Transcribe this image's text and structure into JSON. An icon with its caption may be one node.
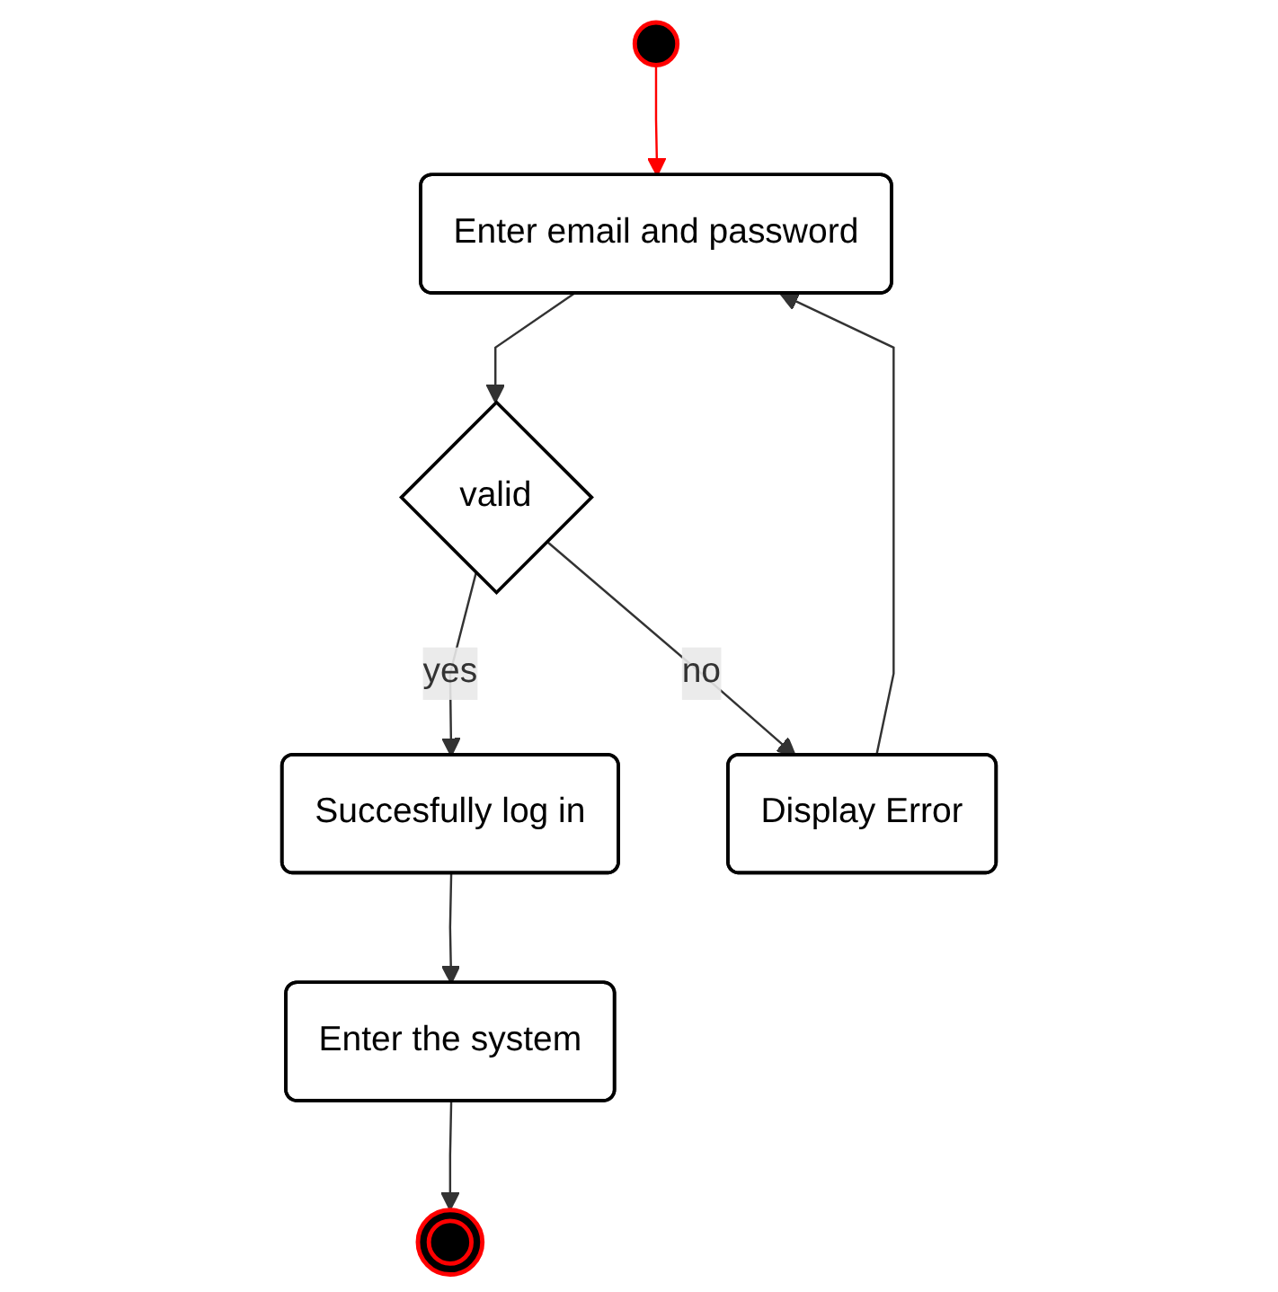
{
  "diagram": {
    "nodes": [
      {
        "text": [],
        "shape": "circle"
      },
      {
        "text": [
          "Enter email and password"
        ]
      },
      {
        "text": [
          "valid"
        ]
      },
      {
        "text": [
          "Display Error"
        ]
      },
      {
        "text": [
          "Succesfully log in"
        ]
      },
      {
        "text": [
          "Enter the system"
        ]
      },
      {
        "text": [],
        "shape": "circle"
      }
    ],
    "edges": [
      {
        "from": 0,
        "to": 1,
        "arrow": "to",
        "color": "#ff0000"
      },
      {
        "from": 1,
        "to": 2,
        "arrow": "to"
      },
      {
        "from": 2,
        "to": 4,
        "arrow": "to",
        "label": "yes"
      },
      {
        "from": 2,
        "to": 3,
        "arrow": "to",
        "label": "no"
      },
      {
        "from": 3,
        "to": 1,
        "arrow": "to"
      },
      {
        "from": 4,
        "to": 5,
        "arrow": "to"
      },
      {
        "from": 5,
        "to": 6,
        "arrow": "to"
      }
    ]
  }
}
